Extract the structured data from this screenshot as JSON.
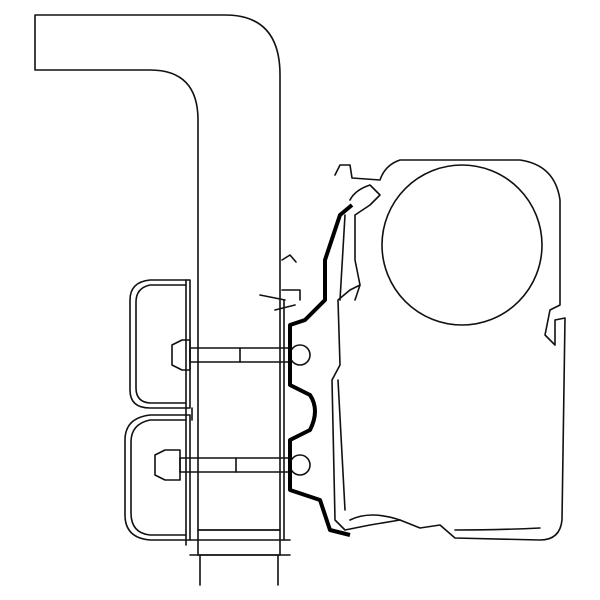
{
  "colors": {
    "line": "#111111",
    "background": "#ffffff",
    "adapter": "#000000"
  },
  "parts": [
    "vehicle-wall",
    "mounting-plates",
    "bolts",
    "adapter-rail",
    "awning-cassette",
    "awning-roller"
  ]
}
